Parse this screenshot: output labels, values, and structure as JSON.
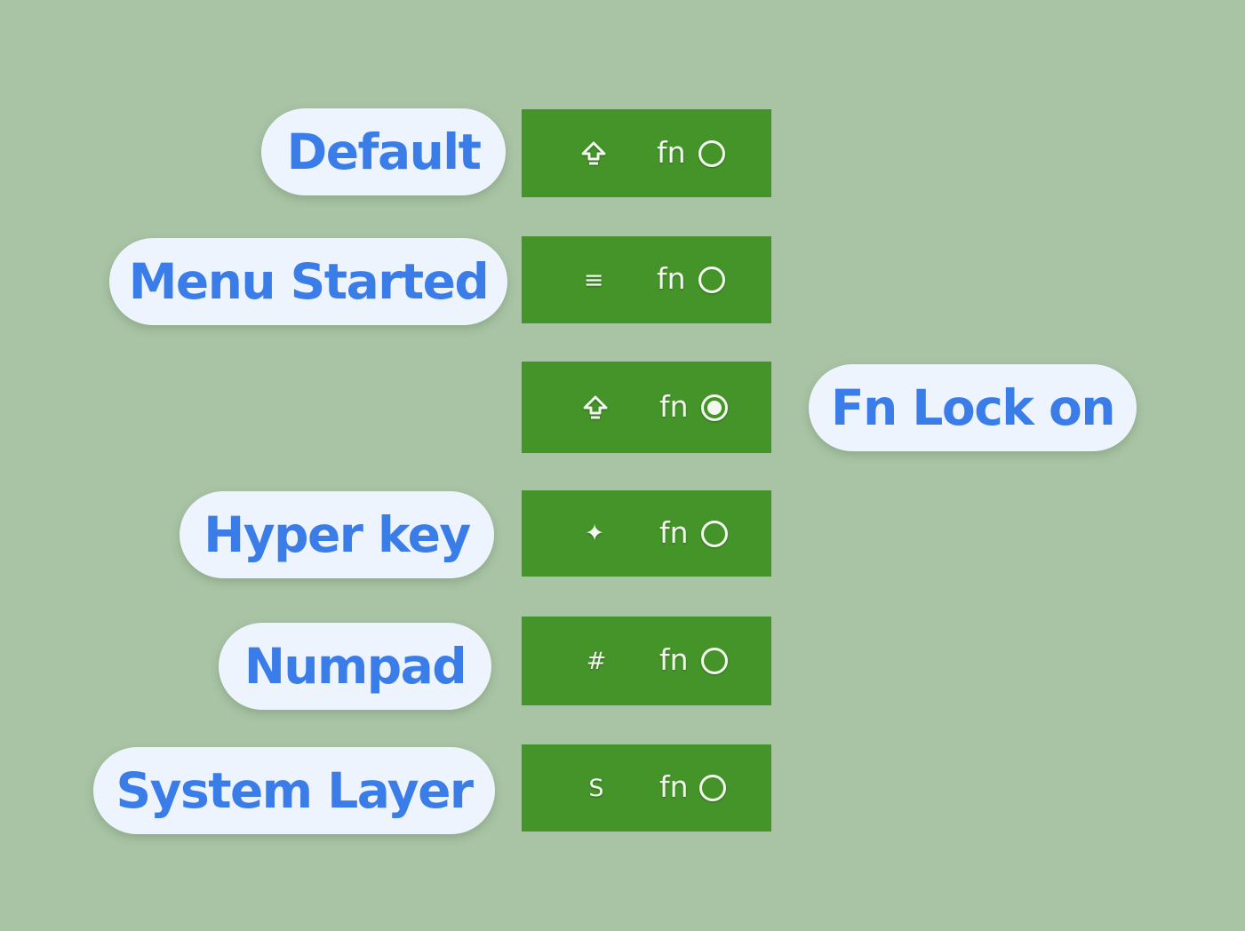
{
  "colors": {
    "background": "#a8c4a4",
    "indicator": "#45942a",
    "indicator_foreground": "#f2f8ee",
    "label_background": "#eef4fd",
    "label_text": "#3b7de8"
  },
  "states": [
    {
      "label": "Default",
      "icon": "shift-arrow-icon",
      "fn": "fn",
      "fn_lock": "off"
    },
    {
      "label": "Menu Started",
      "icon": "menu-lines-icon",
      "icon_text": "≡",
      "fn": "fn",
      "fn_lock": "off"
    },
    {
      "label": "Fn Lock on",
      "icon": "shift-arrow-icon",
      "fn": "fn",
      "fn_lock": "on"
    },
    {
      "label": "Hyper key",
      "icon": "sparkle-icon",
      "icon_text": "✦",
      "fn": "fn",
      "fn_lock": "off"
    },
    {
      "label": "Numpad",
      "icon": "hash-icon",
      "icon_text": "#",
      "fn": "fn",
      "fn_lock": "off"
    },
    {
      "label": "System Layer",
      "icon": "letter-s-icon",
      "icon_text": "S",
      "fn": "fn",
      "fn_lock": "off"
    }
  ]
}
